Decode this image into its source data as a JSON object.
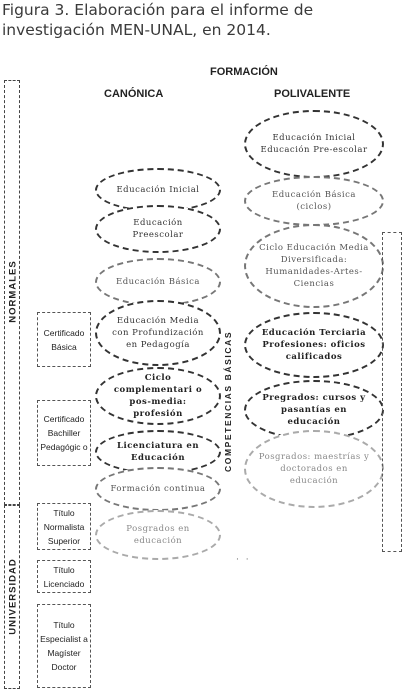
{
  "caption": {
    "line1": "Figura 3. Elaboración para el informe de",
    "line2": "investigación MEN-UNAL, en 2014."
  },
  "headers": {
    "formacion": "FORMACIÓN",
    "canonica": "CANÓNICA",
    "polivalente": "POLIVALENTE",
    "competencias": "COMPETENCIAS BÁSICAS"
  },
  "left_column": {
    "normales": "NORMALES",
    "universidad": "UNIVERSIDAD"
  },
  "certificates": [
    {
      "name": "certificado-basica",
      "text": "Certificado Básica"
    },
    {
      "name": "certificado-bachiller",
      "text": "Certificado Bachiller Pedagógic o"
    },
    {
      "name": "titulo-normalista",
      "text": "Título Normalista Superior"
    },
    {
      "name": "titulo-licenciado",
      "text": "Título Licenciado"
    },
    {
      "name": "titulo-especialista",
      "text": "Título Especialist a Magíster Doctor"
    }
  ],
  "canonica_nodes": [
    {
      "text": "Educación Inicial"
    },
    {
      "text": "Educación Preescolar"
    },
    {
      "text": "Educación Básica"
    },
    {
      "text": "Educación Media con Profundización en Pedagogía"
    },
    {
      "text": "Ciclo complementari o pos-media: profesión"
    },
    {
      "text": "Licenciatura en Educación"
    },
    {
      "text": "Formación continua"
    },
    {
      "text": "Posgrados en educación"
    }
  ],
  "polivalente_nodes": [
    {
      "text": "Educación Inicial Educación Pre-escolar"
    },
    {
      "text": "Educación Básica (ciclos)"
    },
    {
      "text": "Ciclo Educación Media Diversificada: Humanidades-Artes-Ciencias"
    },
    {
      "text": "Educación Terciaria Profesiones: oficios calificados"
    },
    {
      "text": "Pregrados: cursos y pasantías en educación"
    },
    {
      "text": "Posgrados: maestrías y doctorados en educación"
    }
  ]
}
